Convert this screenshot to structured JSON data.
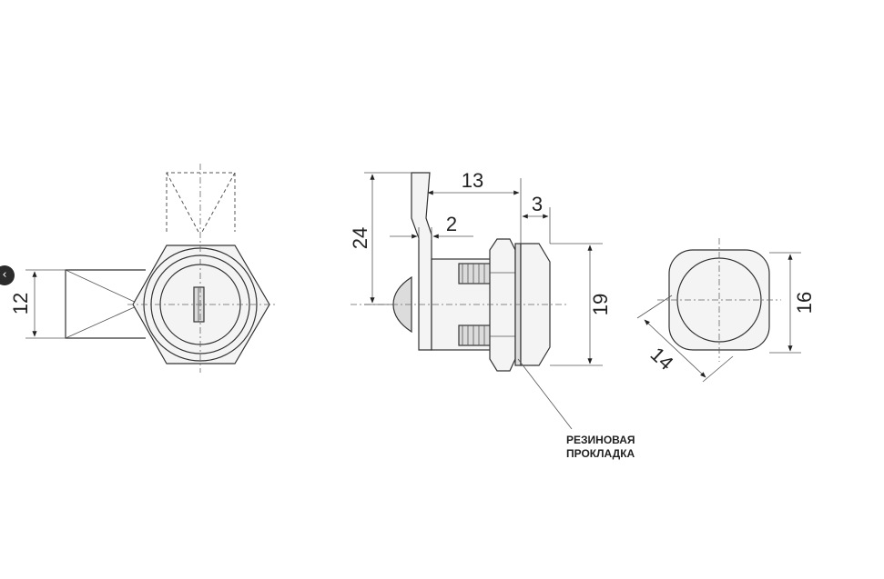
{
  "dimensions": {
    "front_height": "12",
    "side_height": "24",
    "cam_offset": "2",
    "cam_length": "13",
    "washer": "3",
    "head_diameter": "19",
    "square_height": "16",
    "square_diag": "14"
  },
  "note": {
    "line1": "РЕЗИНОВАЯ",
    "line2": "ПРОКЛАДКА"
  },
  "nav": {
    "icon": "chevron-left-icon",
    "glyph": "‹"
  }
}
